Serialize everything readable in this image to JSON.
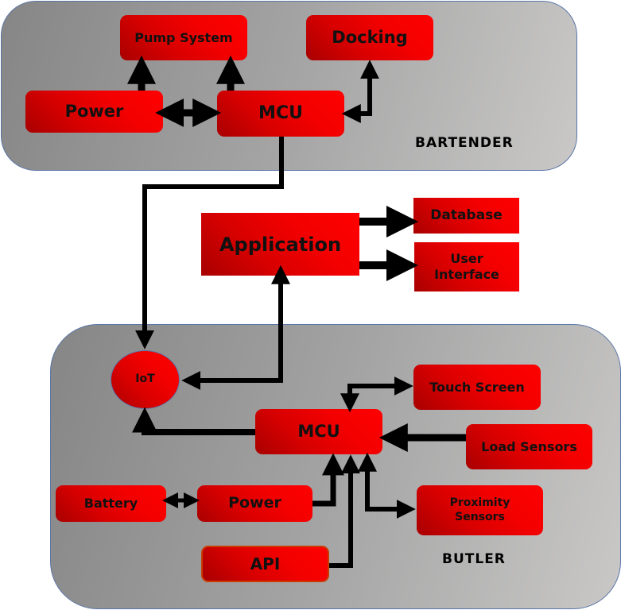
{
  "diagram": {
    "groups": {
      "bartender": {
        "label": "BARTENDER"
      },
      "butler": {
        "label": "BUTLER"
      }
    },
    "bartender_nodes": {
      "pump_system": "Pump System",
      "docking": "Docking",
      "power": "Power",
      "mcu": "MCU"
    },
    "middle_nodes": {
      "application": "Application",
      "database": "Database",
      "user_interface_line1": "User",
      "user_interface_line2": "Interface"
    },
    "butler_nodes": {
      "iot": "IoT",
      "mcu": "MCU",
      "touch_screen": "Touch Screen",
      "load_sensors": "Load Sensors",
      "battery": "Battery",
      "power": "Power",
      "proximity_line1": "Proximity",
      "proximity_line2": "Sensors",
      "api": "API"
    },
    "connections": [
      {
        "from": "Bartender Power",
        "to": "Pump System",
        "type": "directed"
      },
      {
        "from": "Bartender MCU",
        "to": "Pump System",
        "type": "directed"
      },
      {
        "from": "Bartender Power",
        "to": "Bartender MCU",
        "type": "bidirectional"
      },
      {
        "from": "Bartender MCU",
        "to": "Docking",
        "type": "bidirectional"
      },
      {
        "from": "Bartender MCU",
        "to": "IoT",
        "type": "directed"
      },
      {
        "from": "Application",
        "to": "IoT",
        "type": "directed-to-iot"
      },
      {
        "from": "IoT",
        "to": "Application",
        "type": "directed"
      },
      {
        "from": "Application",
        "to": "Database",
        "type": "directed"
      },
      {
        "from": "Application",
        "to": "User Interface",
        "type": "directed"
      },
      {
        "from": "Butler MCU",
        "to": "IoT",
        "type": "directed"
      },
      {
        "from": "Butler MCU",
        "to": "Touch Screen",
        "type": "bidirectional"
      },
      {
        "from": "Load Sensors",
        "to": "Butler MCU",
        "type": "directed"
      },
      {
        "from": "Battery",
        "to": "Butler Power",
        "type": "bidirectional"
      },
      {
        "from": "Butler Power",
        "to": "Butler MCU",
        "type": "directed"
      },
      {
        "from": "API",
        "to": "Butler MCU",
        "type": "directed"
      },
      {
        "from": "Butler MCU",
        "to": "Proximity Sensors",
        "type": "bidirectional"
      }
    ]
  }
}
